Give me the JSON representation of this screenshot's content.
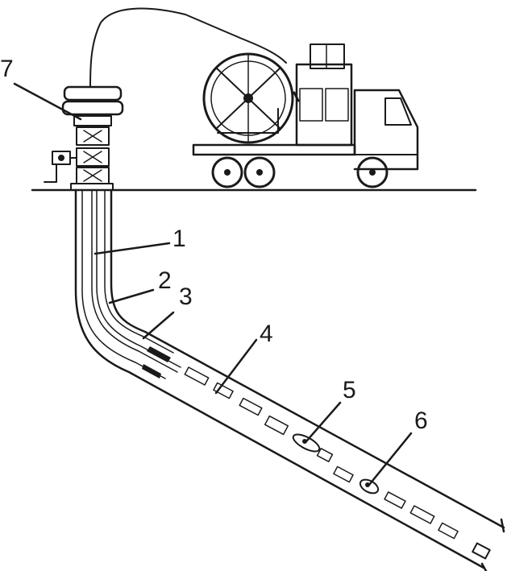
{
  "labels": {
    "l1": "1",
    "l2": "2",
    "l3": "3",
    "l4": "4",
    "l5": "5",
    "l6": "6",
    "l7": "7"
  },
  "colors": {
    "ink": "#1a1a1a",
    "background": "#ffffff",
    "shade": "#333333"
  }
}
